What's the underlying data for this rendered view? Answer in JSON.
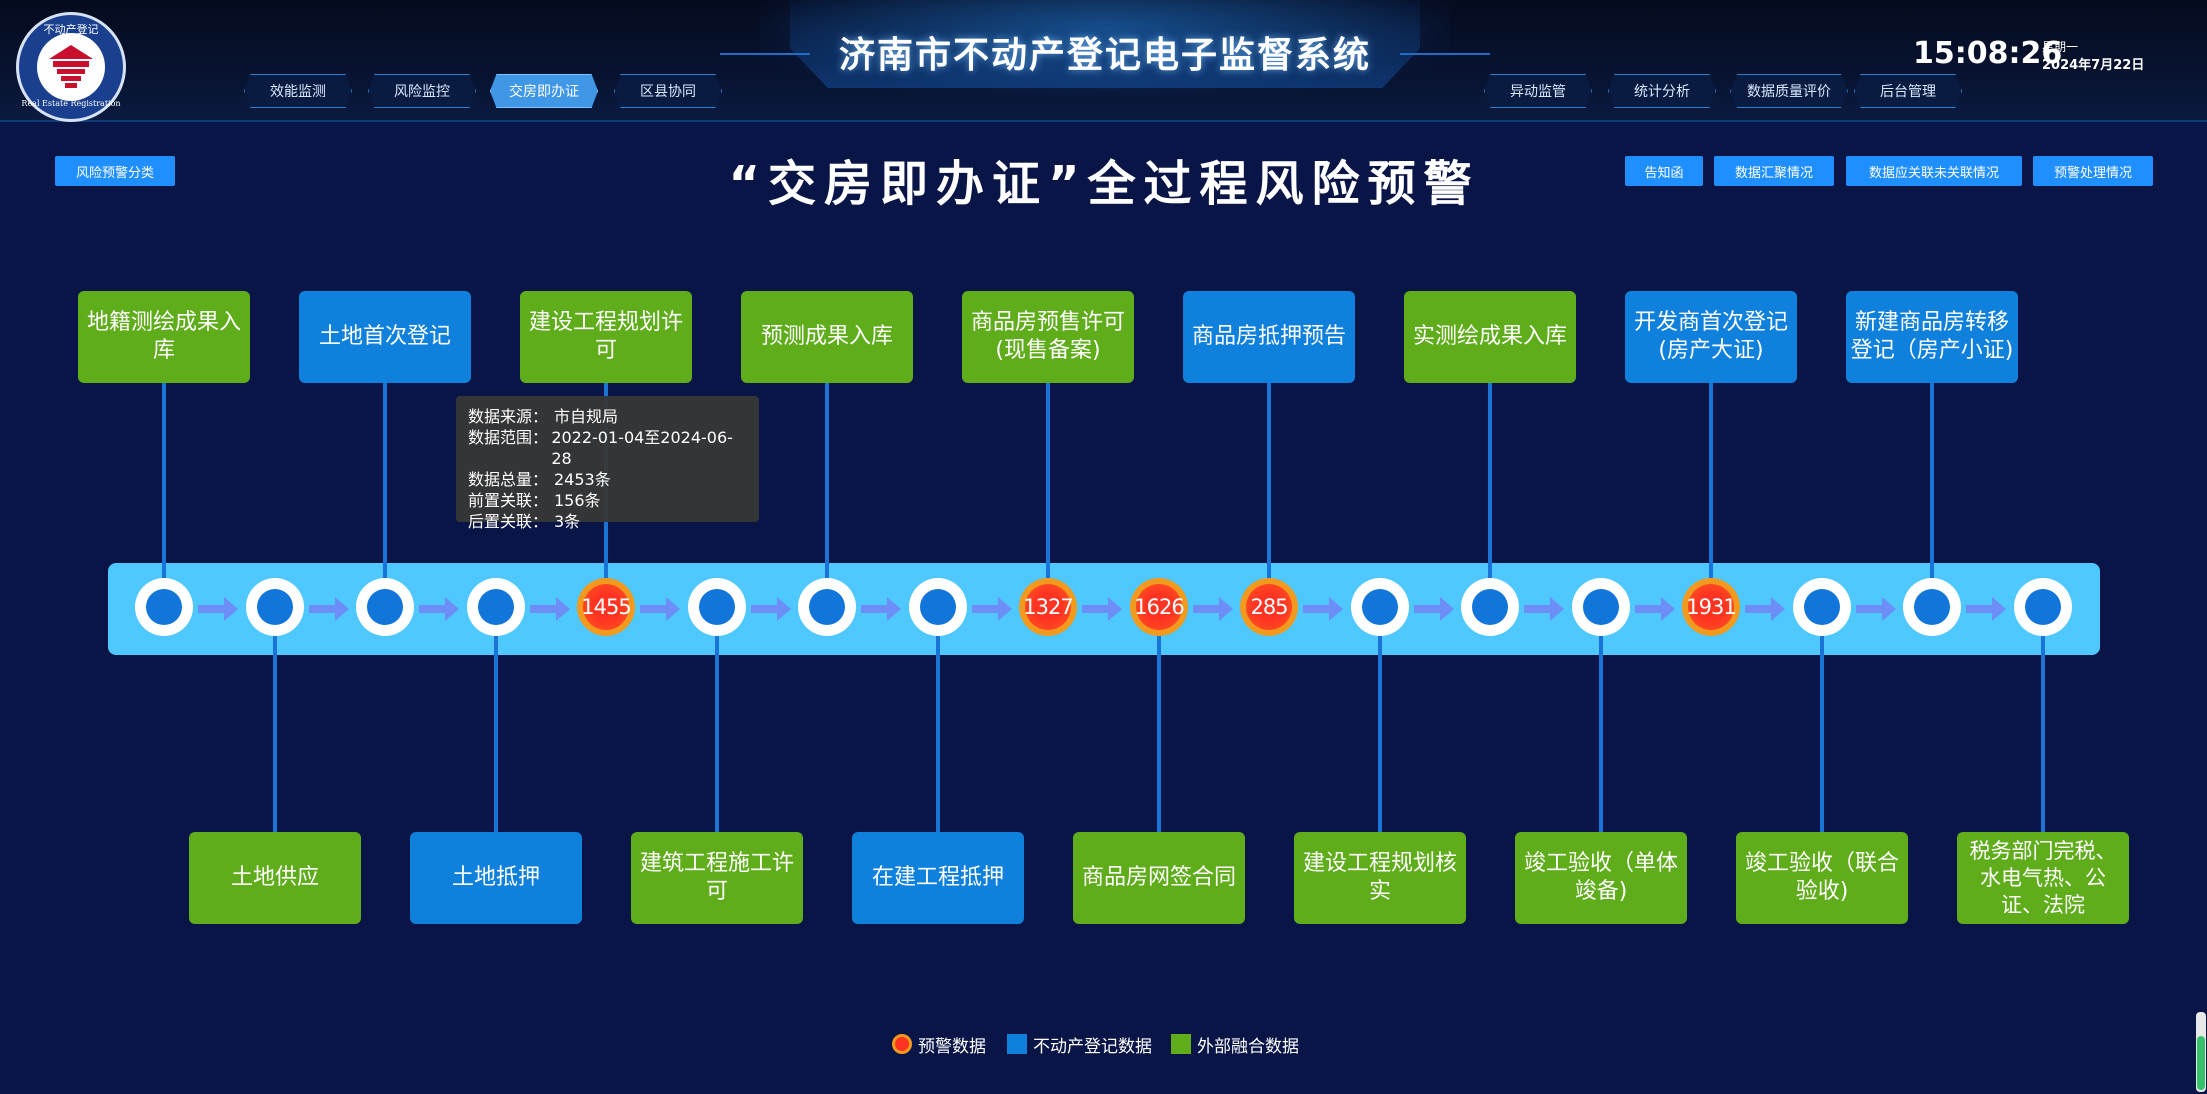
{
  "header": {
    "title": "济南市不动产登记电子监督系统",
    "logo": {
      "top_text": "不动产登记",
      "bottom_text": "Real Estate Registration"
    },
    "time": "15:08:26",
    "weekday": "星期一",
    "date": "2024年7月22日"
  },
  "nav_left": [
    {
      "label": "效能监测",
      "active": false
    },
    {
      "label": "风险监控",
      "active": false
    },
    {
      "label": "交房即办证",
      "active": true
    },
    {
      "label": "区县协同",
      "active": false
    }
  ],
  "nav_right": [
    {
      "label": "异动监管"
    },
    {
      "label": "统计分析"
    },
    {
      "label": "数据质量评价"
    },
    {
      "label": "后台管理"
    }
  ],
  "toolbar": {
    "risk_category": "风险预警分类",
    "notice": "告知函",
    "data_summary": "数据汇聚情况",
    "data_link": "数据应关联未关联情况",
    "warn_handling": "预警处理情况"
  },
  "page_title": "“交房即办证”全过程风险预警",
  "timeline": {
    "warn_values": [
      "1455",
      "1327",
      "1626",
      "285",
      "1931"
    ],
    "top_cards": [
      "地籍测绘成果入库",
      "土地首次登记",
      "建设工程规划许可",
      "预测成果入库",
      "商品房预售许可(现售备案)",
      "商品房抵押预告",
      "实测绘成果入库",
      "开发商首次登记(房产大证)",
      "新建商品房转移登记（房产小证)"
    ],
    "bottom_cards": [
      "土地供应",
      "土地抵押",
      "建筑工程施工许可",
      "在建工程抵押",
      "商品房网签合同",
      "建设工程规划核实",
      "竣工验收（单体竣备)",
      "竣工验收（联合验收)",
      "税务部门完税、水电气热、公证、法院"
    ]
  },
  "tooltip": {
    "source_k": "数据来源：",
    "source_v": "市自规局",
    "range_k": "数据范围：",
    "range_v": "2022-01-04至2024-06-28",
    "total_k": "数据总量：",
    "total_v": "2453条",
    "pre_k": "前置关联：",
    "pre_v": "156条",
    "post_k": "后置关联：",
    "post_v": "3条"
  },
  "legend": {
    "warn": "预警数据",
    "registry": "不动产登记数据",
    "external": "外部融合数据"
  },
  "colors": {
    "green": "#5fad1b",
    "blue": "#0f80dc",
    "warn": "#ff3322",
    "timeline": "#4fc8ff"
  }
}
